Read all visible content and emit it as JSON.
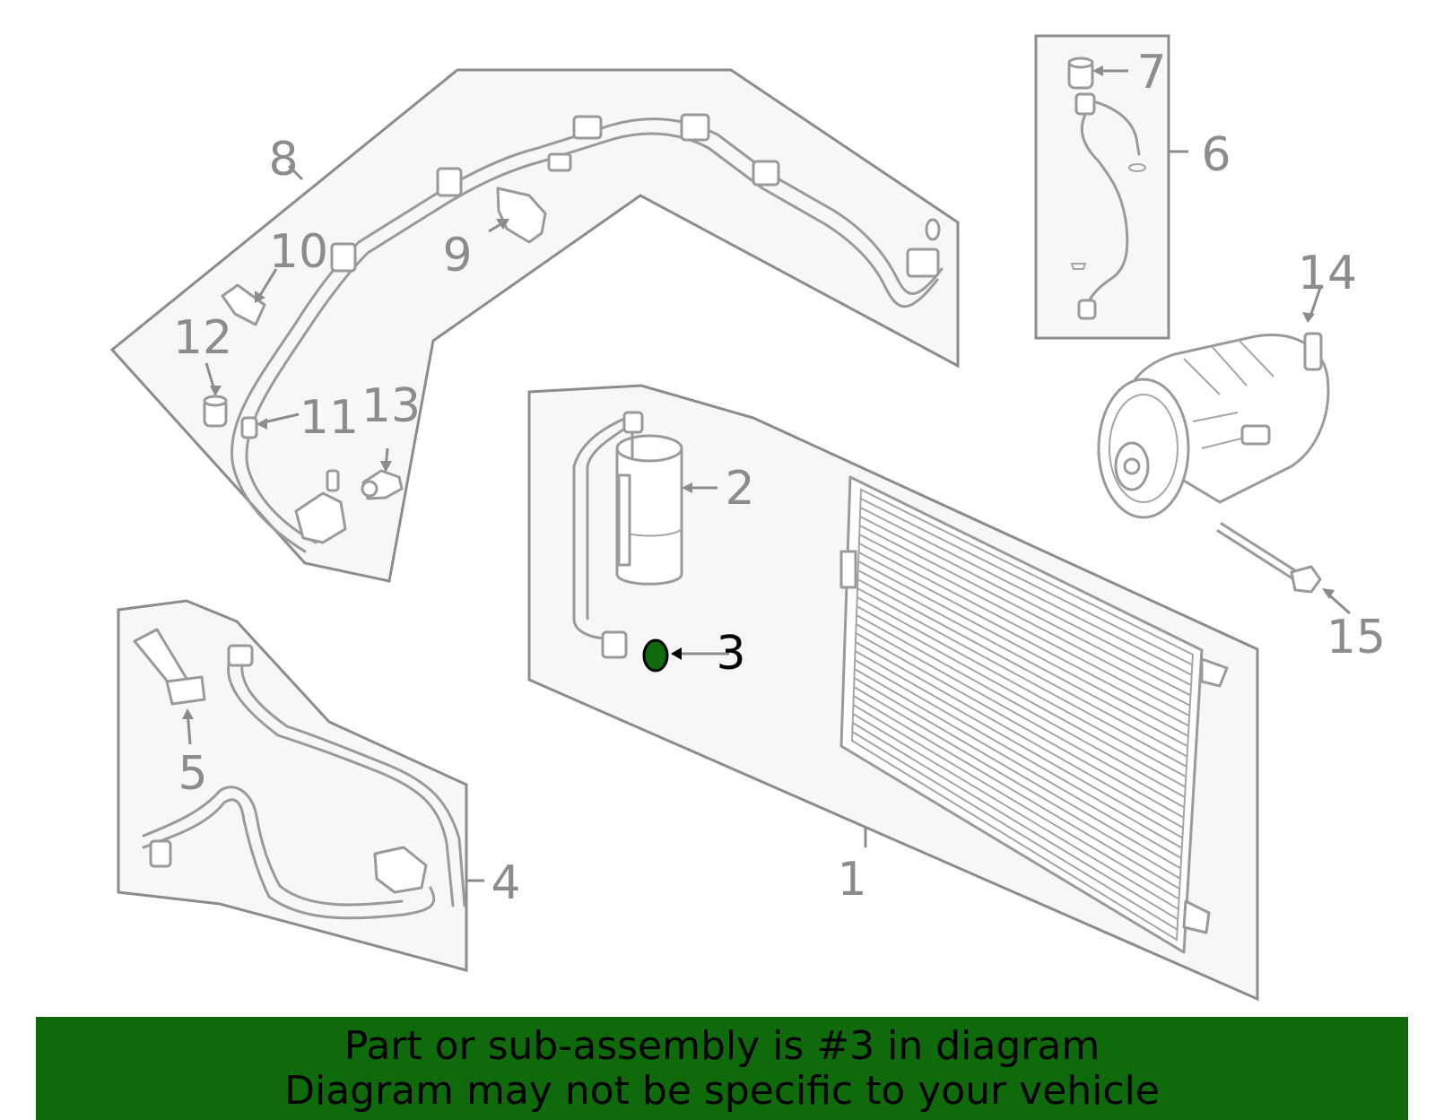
{
  "highlight_color": "#0f6a0c",
  "callouts": {
    "c1": "1",
    "c2": "2",
    "c3": "3",
    "c4": "4",
    "c5": "5",
    "c6": "6",
    "c7": "7",
    "c8": "8",
    "c9": "9",
    "c10": "10",
    "c11": "11",
    "c12": "12",
    "c13": "13",
    "c14": "14",
    "c15": "15"
  },
  "highlighted_part": "3",
  "banner": {
    "line1": "Part or sub-assembly is #3 in diagram",
    "line2": "Diagram may not be specific to your vehicle"
  }
}
